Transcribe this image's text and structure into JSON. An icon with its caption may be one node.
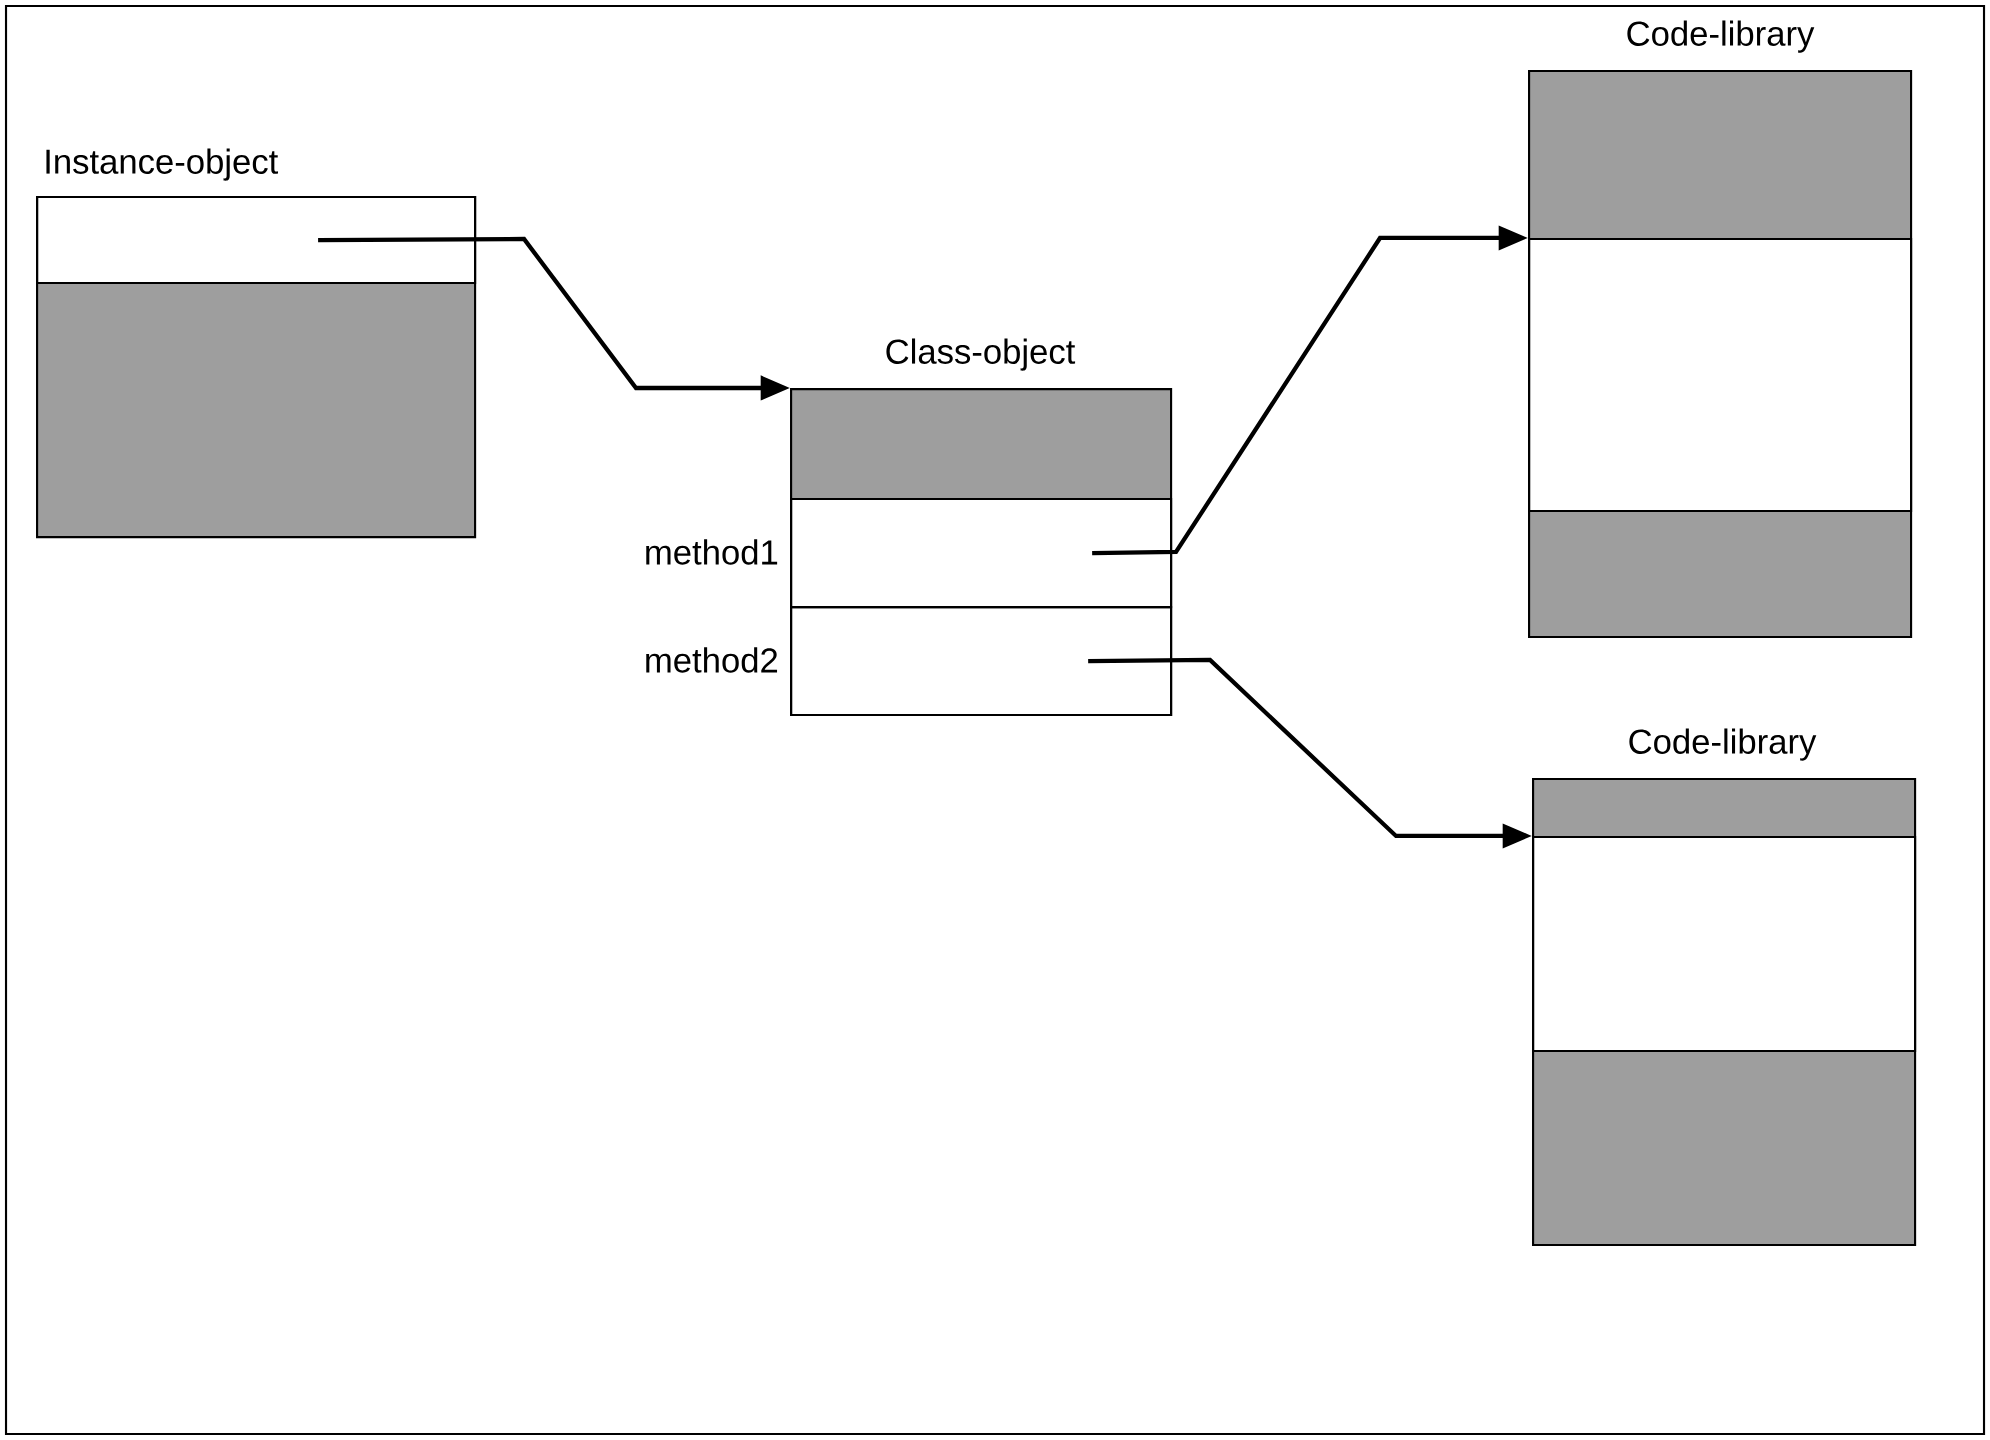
{
  "diagram": {
    "nodes": [
      {
        "text": [
          "Instance-object"
        ]
      },
      {
        "text": [],
        "shape": "box",
        "in": 0
      },
      {
        "text": [
          "Class-object"
        ]
      },
      {
        "text": [
          "method1"
        ],
        "in": 2
      },
      {
        "text": [
          "method2"
        ],
        "in": 2
      },
      {
        "text": [
          "Code-library"
        ]
      },
      {
        "text": [],
        "shape": "box",
        "in": 5
      },
      {
        "text": [
          "Code-library"
        ]
      },
      {
        "text": [],
        "shape": "box",
        "in": 7
      }
    ],
    "edges": [
      {
        "from": 1,
        "to": 2,
        "arrow": "to"
      },
      {
        "from": 3,
        "to": 6,
        "arrow": "to"
      },
      {
        "from": 4,
        "to": 8,
        "arrow": "to"
      }
    ]
  }
}
